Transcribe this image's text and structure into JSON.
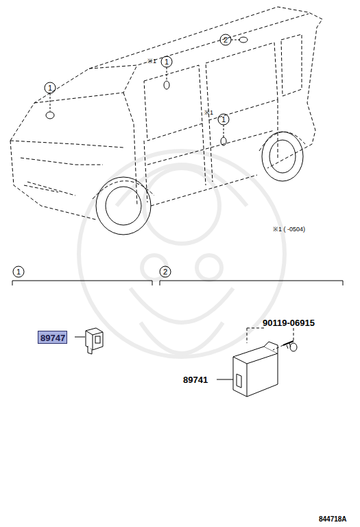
{
  "diagram": {
    "nodes": [
      {
        "text": [
          "89747"
        ]
      }
    ],
    "labels": [
      "2",
      "※1",
      "1",
      "1",
      "※1",
      "1",
      "※1 (      -0504)",
      "1",
      "2",
      "90119-06915",
      "89741",
      "844718A"
    ]
  }
}
